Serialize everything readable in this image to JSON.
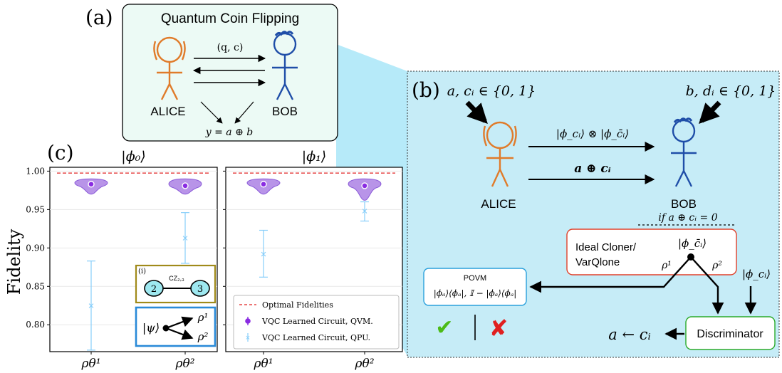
{
  "panel_a": {
    "label": "(a)",
    "title": "Quantum Coin Flipping",
    "message": "(q, c)",
    "alice": "ALICE",
    "bob": "BOB",
    "result": "y = a ⊕ b"
  },
  "panel_b": {
    "label": "(b)",
    "alice_input": "a, cᵢ ∈ {0, 1}",
    "bob_input": "b, dᵢ ∈ {0, 1}",
    "message_top": "|ϕ_cᵢ⟩ ⊗ |ϕ_c̄ᵢ⟩",
    "message_bottom": "a ⊕ cᵢ",
    "alice": "ALICE",
    "bob": "BOB",
    "condition": "if a ⊕ cᵢ = 0",
    "cloner_line1": "Ideal Cloner/",
    "cloner_line2": "VarQlone",
    "cloner_state": "|ϕ_c̄ᵢ⟩",
    "rho1": "ρ¹",
    "rho2": "ρ²",
    "povm_title": "POVM",
    "povm_body": "|ϕₐ⟩⟨ϕₐ|, 𝕀 − |ϕₐ⟩⟨ϕₐ|",
    "side_state": "|ϕ_cᵢ⟩",
    "discriminator": "Discriminator",
    "assign": "a ← cᵢ",
    "check": "✔",
    "cross": "✘"
  },
  "panel_c": {
    "label": "(c)",
    "ylabel": "Fidelity",
    "inset_label": "(i)",
    "inset_gate": "CZ₂,₃",
    "inset_q2": "2",
    "inset_q3": "3",
    "inset_psi": "|ψ⟩",
    "inset_rho1": "ρ¹",
    "inset_rho2": "ρ²",
    "legend": [
      "Optimal Fidelities",
      "VQC Learned Circuit, QVM.",
      "VQC Learned Circuit, QPU."
    ]
  },
  "colors": {
    "alice": "#e07b2a",
    "bob": "#1f4ea8",
    "violin": "#a070e0",
    "qvm": "#8a2be2",
    "qpu": "#87cefa",
    "optimal": "#e02020",
    "panel_b_bg": "#c6ecf7",
    "panel_a_bg": "#ecfaf5"
  },
  "chart_data": [
    {
      "type": "violin",
      "title": "|ϕ₀⟩",
      "categories": [
        "ρθ¹",
        "ρθ²"
      ],
      "ylim": [
        0.765,
        1.005
      ],
      "yticks": [
        0.8,
        0.85,
        0.9,
        0.95,
        1.0
      ],
      "ytick_labels": [
        "0.80",
        "0.85",
        "0.90",
        "0.95",
        "1.00"
      ],
      "optimal": 0.9975,
      "series": [
        {
          "name": "VQC Learned Circuit, QVM.",
          "values": [
            0.983,
            0.981
          ],
          "violin_range": [
            [
              0.97,
              0.99
            ],
            [
              0.97,
              0.99
            ]
          ]
        },
        {
          "name": "VQC Learned Circuit, QPU.",
          "values": [
            0.825,
            0.913
          ],
          "err_low": [
            0.767,
            0.88
          ],
          "err_high": [
            0.883,
            0.946
          ]
        }
      ],
      "grid": true,
      "legend": "none"
    },
    {
      "type": "violin",
      "title": "|ϕ₁⟩",
      "categories": [
        "ρθ¹",
        "ρθ²"
      ],
      "ylim": [
        0.765,
        1.005
      ],
      "yticks": [
        0.8,
        0.85,
        0.9,
        0.95,
        1.0
      ],
      "ytick_labels": [],
      "optimal": 0.9975,
      "series": [
        {
          "name": "VQC Learned Circuit, QVM.",
          "values": [
            0.983,
            0.981
          ],
          "violin_range": [
            [
              0.97,
              0.99
            ],
            [
              0.962,
              0.99
            ]
          ]
        },
        {
          "name": "VQC Learned Circuit, QPU.",
          "values": [
            0.892,
            0.948
          ],
          "err_low": [
            0.862,
            0.935
          ],
          "err_high": [
            0.923,
            0.96
          ]
        }
      ],
      "grid": true,
      "legend": "bottom-right"
    }
  ]
}
